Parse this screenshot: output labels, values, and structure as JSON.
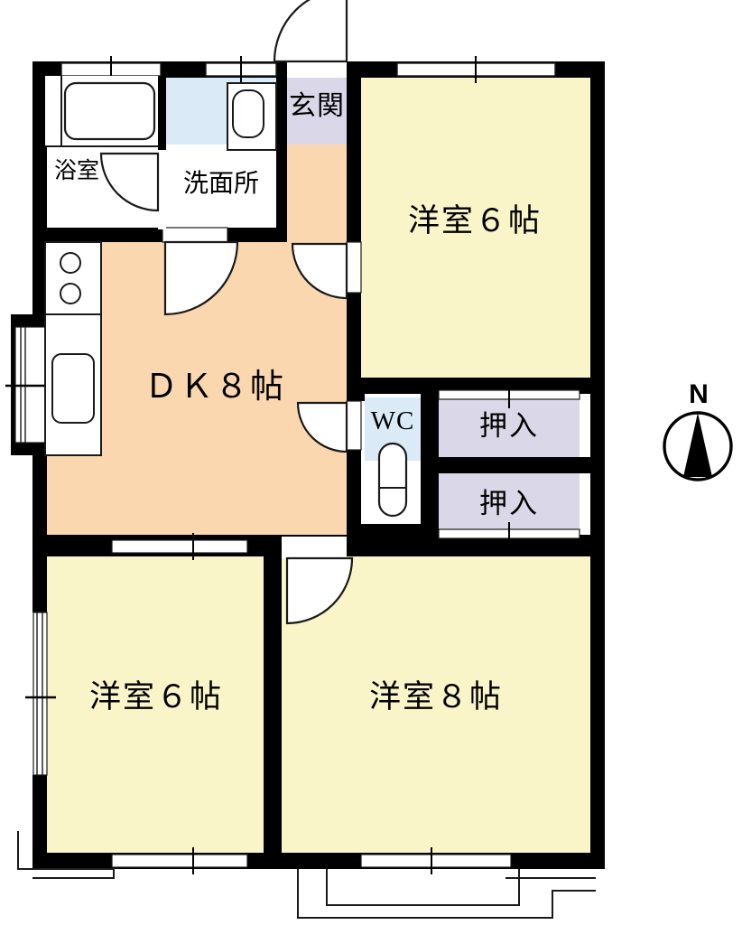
{
  "document": {
    "type": "floor-plan",
    "title": "2DK apartment floor plan",
    "orientation_marker": "N"
  },
  "colors": {
    "wall": "#000000",
    "living_fill": "#FAD7AE",
    "tatami_fill": "#FAF5C8",
    "water_fill": "#DAEAF7",
    "closet_fill": "#DAD8E8",
    "white": "#FFFFFF",
    "line": "#1a1a1a"
  },
  "rooms": [
    {
      "id": "yokushitsu",
      "label": "浴室",
      "label_lines": [
        "浴室"
      ],
      "fill": "water_fill",
      "fixtures": [
        "bathtub"
      ]
    },
    {
      "id": "senmenjo",
      "label": "洗面所",
      "fill": "water_fill",
      "fixtures": [
        "washbasin",
        "washing-machine-space"
      ]
    },
    {
      "id": "genkan",
      "label": "玄関",
      "fill": "closet_fill",
      "fixtures": [
        "entry-door"
      ]
    },
    {
      "id": "dk",
      "label": "ＤＫ８帖",
      "fill": "living_fill",
      "fixtures": [
        "gas-stove",
        "kitchen-sink"
      ]
    },
    {
      "id": "yoshitsu-6-top",
      "label": "洋室６帖",
      "fill": "tatami_fill",
      "fixtures": []
    },
    {
      "id": "wc",
      "label": "WC",
      "fill": "water_fill",
      "fixtures": [
        "toilet"
      ]
    },
    {
      "id": "oshiire-upper",
      "label": "押入",
      "fill": "closet_fill",
      "fixtures": []
    },
    {
      "id": "oshiire-lower",
      "label": "押入",
      "fill": "closet_fill",
      "fixtures": []
    },
    {
      "id": "yoshitsu-6-bottom",
      "label": "洋室６帖",
      "fill": "tatami_fill",
      "fixtures": []
    },
    {
      "id": "yoshitsu-8",
      "label": "洋室８帖",
      "fill": "tatami_fill",
      "fixtures": []
    }
  ],
  "compass": {
    "label": "N",
    "direction": "north-up"
  }
}
